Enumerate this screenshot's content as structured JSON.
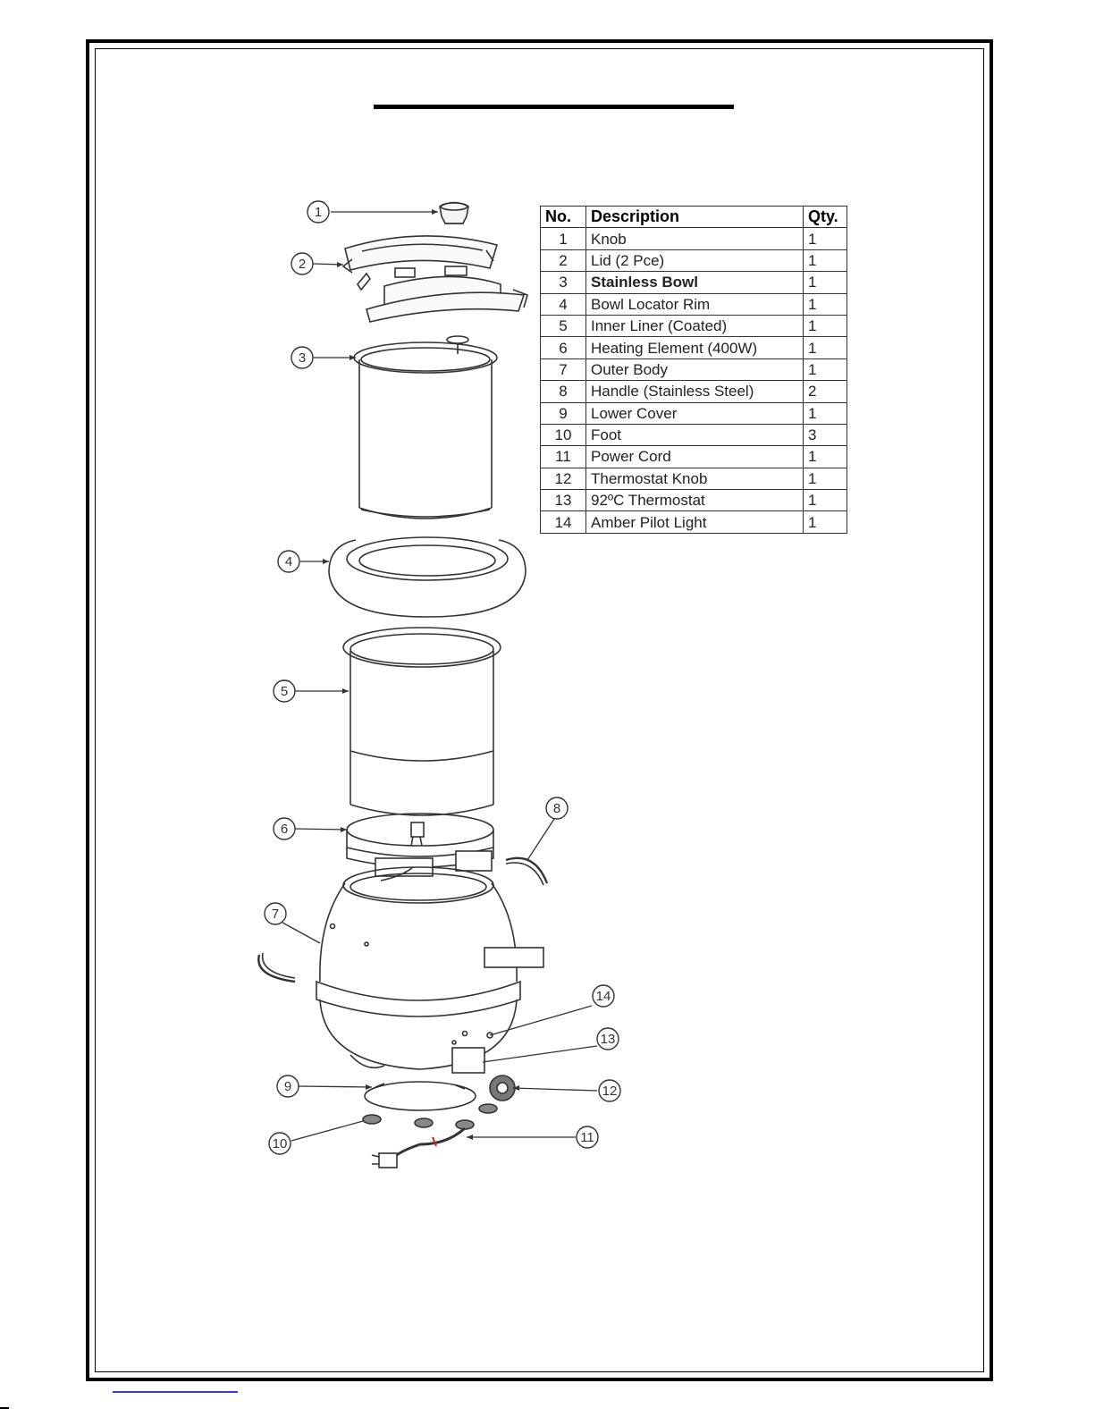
{
  "parts_table": {
    "headers": {
      "no": "No.",
      "description": "Description",
      "qty": "Qty."
    },
    "rows": [
      {
        "no": "1",
        "description": "Knob",
        "qty": "1"
      },
      {
        "no": "2",
        "description": "Lid (2 Pce)",
        "qty": "1"
      },
      {
        "no": "3",
        "description": "Stainless Bowl",
        "qty": "1"
      },
      {
        "no": "4",
        "description": "Bowl Locator Rim",
        "qty": "1"
      },
      {
        "no": "5",
        "description": "Inner Liner (Coated)",
        "qty": "1"
      },
      {
        "no": "6",
        "description": "Heating Element (400W)",
        "qty": "1"
      },
      {
        "no": "7",
        "description": "Outer Body",
        "qty": "1"
      },
      {
        "no": "8",
        "description": "Handle (Stainless Steel)",
        "qty": "2"
      },
      {
        "no": "9",
        "description": "Lower Cover",
        "qty": "1"
      },
      {
        "no": "10",
        "description": "Foot",
        "qty": "3"
      },
      {
        "no": "11",
        "description": "Power Cord",
        "qty": "1"
      },
      {
        "no": "12",
        "description": "Thermostat Knob",
        "qty": "1"
      },
      {
        "no": "13",
        "description": "92ºC Thermostat",
        "qty": "1"
      },
      {
        "no": "14",
        "description": "Amber Pilot Light",
        "qty": "1"
      }
    ]
  },
  "callouts": [
    "1",
    "2",
    "3",
    "4",
    "5",
    "6",
    "7",
    "8",
    "9",
    "10",
    "11",
    "12",
    "13",
    "14"
  ],
  "colors": {
    "line": "#333333",
    "border": "#000000",
    "link_underline": "#3a3ad8",
    "cord_mark": "#d02020"
  }
}
